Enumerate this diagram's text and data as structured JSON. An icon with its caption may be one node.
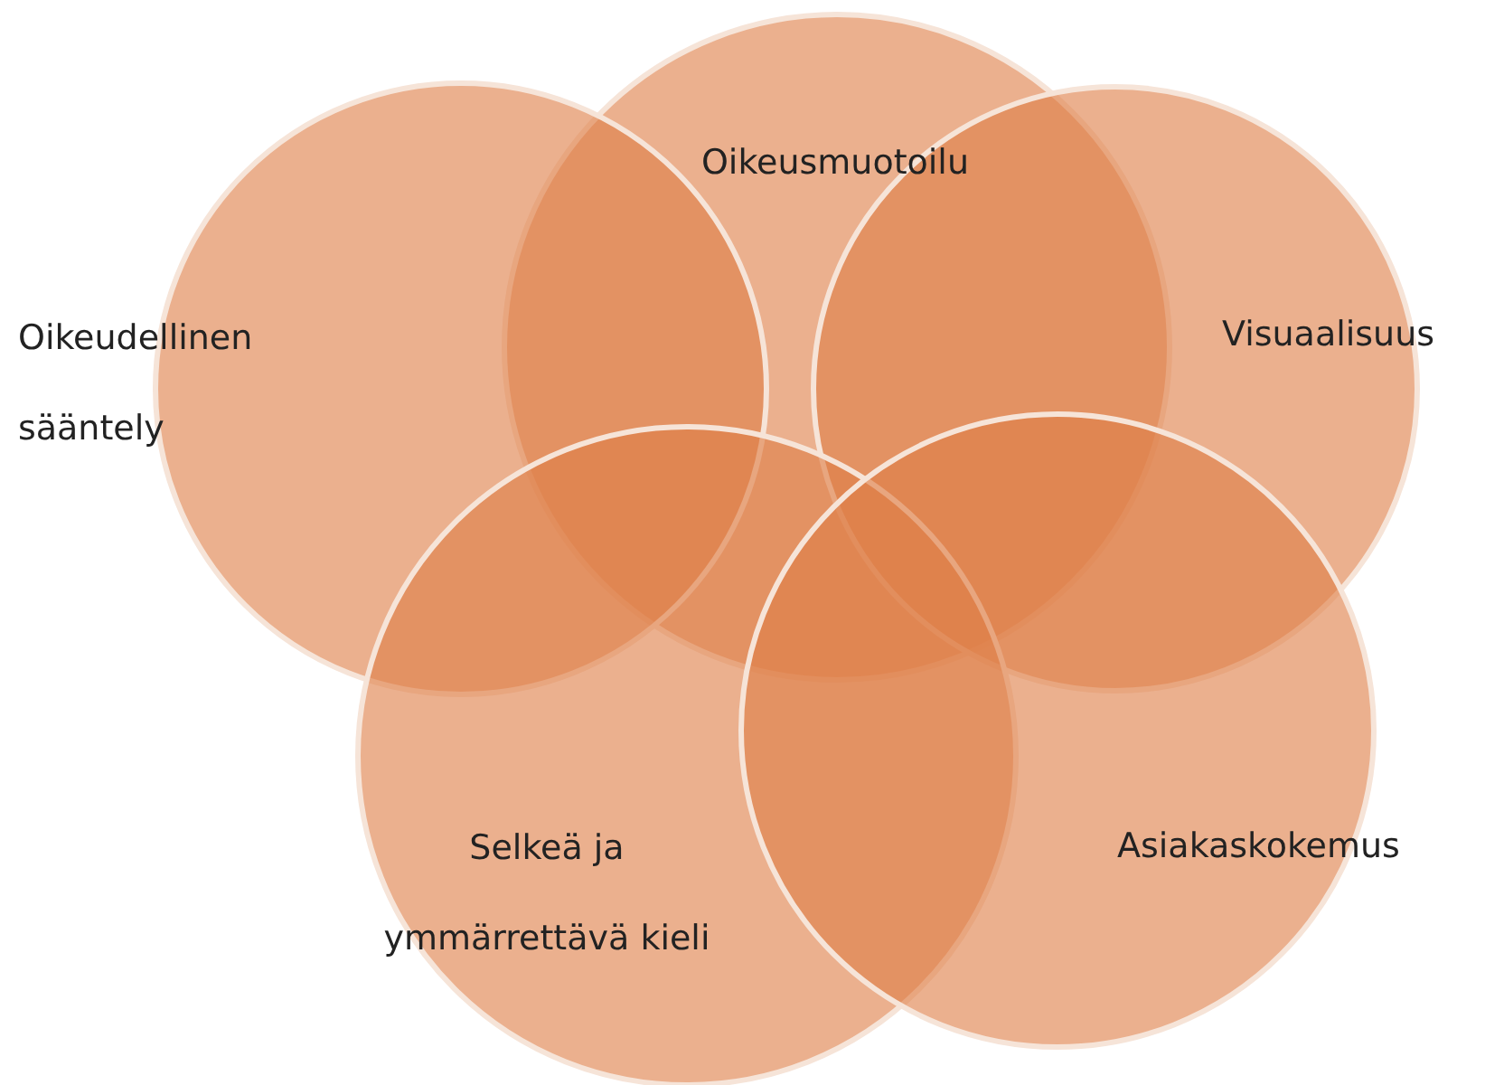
{
  "diagram": {
    "nodes": [
      {
        "text": [
          "Oikeusmuotoilu"
        ]
      },
      {
        "text": [
          "Oikeudellinen sääntely"
        ]
      },
      {
        "text": [
          "Visuaalisuus"
        ]
      },
      {
        "text": [
          "Selkeä ja ymmärrettävä kieli"
        ]
      },
      {
        "text": [
          "Asiakaskokemus"
        ]
      }
    ]
  }
}
